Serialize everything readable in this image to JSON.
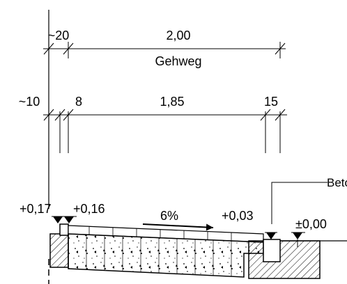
{
  "dimensions_top": {
    "left_offset": "~20",
    "width": "2,00",
    "name": "Gehweg"
  },
  "dimensions_second": {
    "left_offset": "~10",
    "curb": "8",
    "width": "1,85",
    "right": "15"
  },
  "levels": {
    "left_outer": "+0,17",
    "left_inner": "+0,16",
    "right_inner": "+0,03",
    "right_outer": "±0,00"
  },
  "slope": "6%",
  "callout": "Beto"
}
